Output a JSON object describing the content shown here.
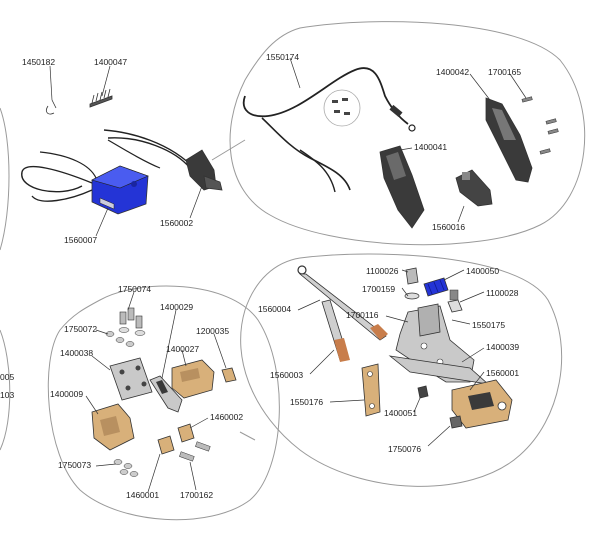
{
  "part_numbers": {
    "p1450182": "1450182",
    "p1400047": "1400047",
    "p1560007": "1560007",
    "p1560002": "1560002",
    "p1550174": "1550174",
    "p1400042": "1400042",
    "p1700165": "1700165",
    "p1400041": "1400041",
    "p1560016": "1560016",
    "p1100026": "1100026",
    "p1400050": "1400050",
    "p1700159": "1700159",
    "p1100028": "1100028",
    "p1560004": "1560004",
    "p1700116": "1700116",
    "p1550175": "1550175",
    "p1400039": "1400039",
    "p1560003": "1560003",
    "p1560001": "1560001",
    "p1550176": "1550176",
    "p1400051": "1400051",
    "p1750076": "1750076",
    "p1750074": "1750074",
    "p1400029": "1400029",
    "p1750072": "1750072",
    "p1200035": "1200035",
    "p1400038": "1400038",
    "p1400027": "1400027",
    "p1400009": "1400009",
    "p1460002": "1460002",
    "p1750073": "1750073",
    "p1460001": "1460001",
    "p1700162": "1700162",
    "edge_a": "005",
    "edge_b": "103"
  },
  "colors": {
    "blue_part": "#2434d6",
    "brass_part": "#d8b07a",
    "steel_part": "#c9c9c9",
    "dark_part": "#3a3a3a",
    "bubble_outline": "#9a9a9a"
  }
}
